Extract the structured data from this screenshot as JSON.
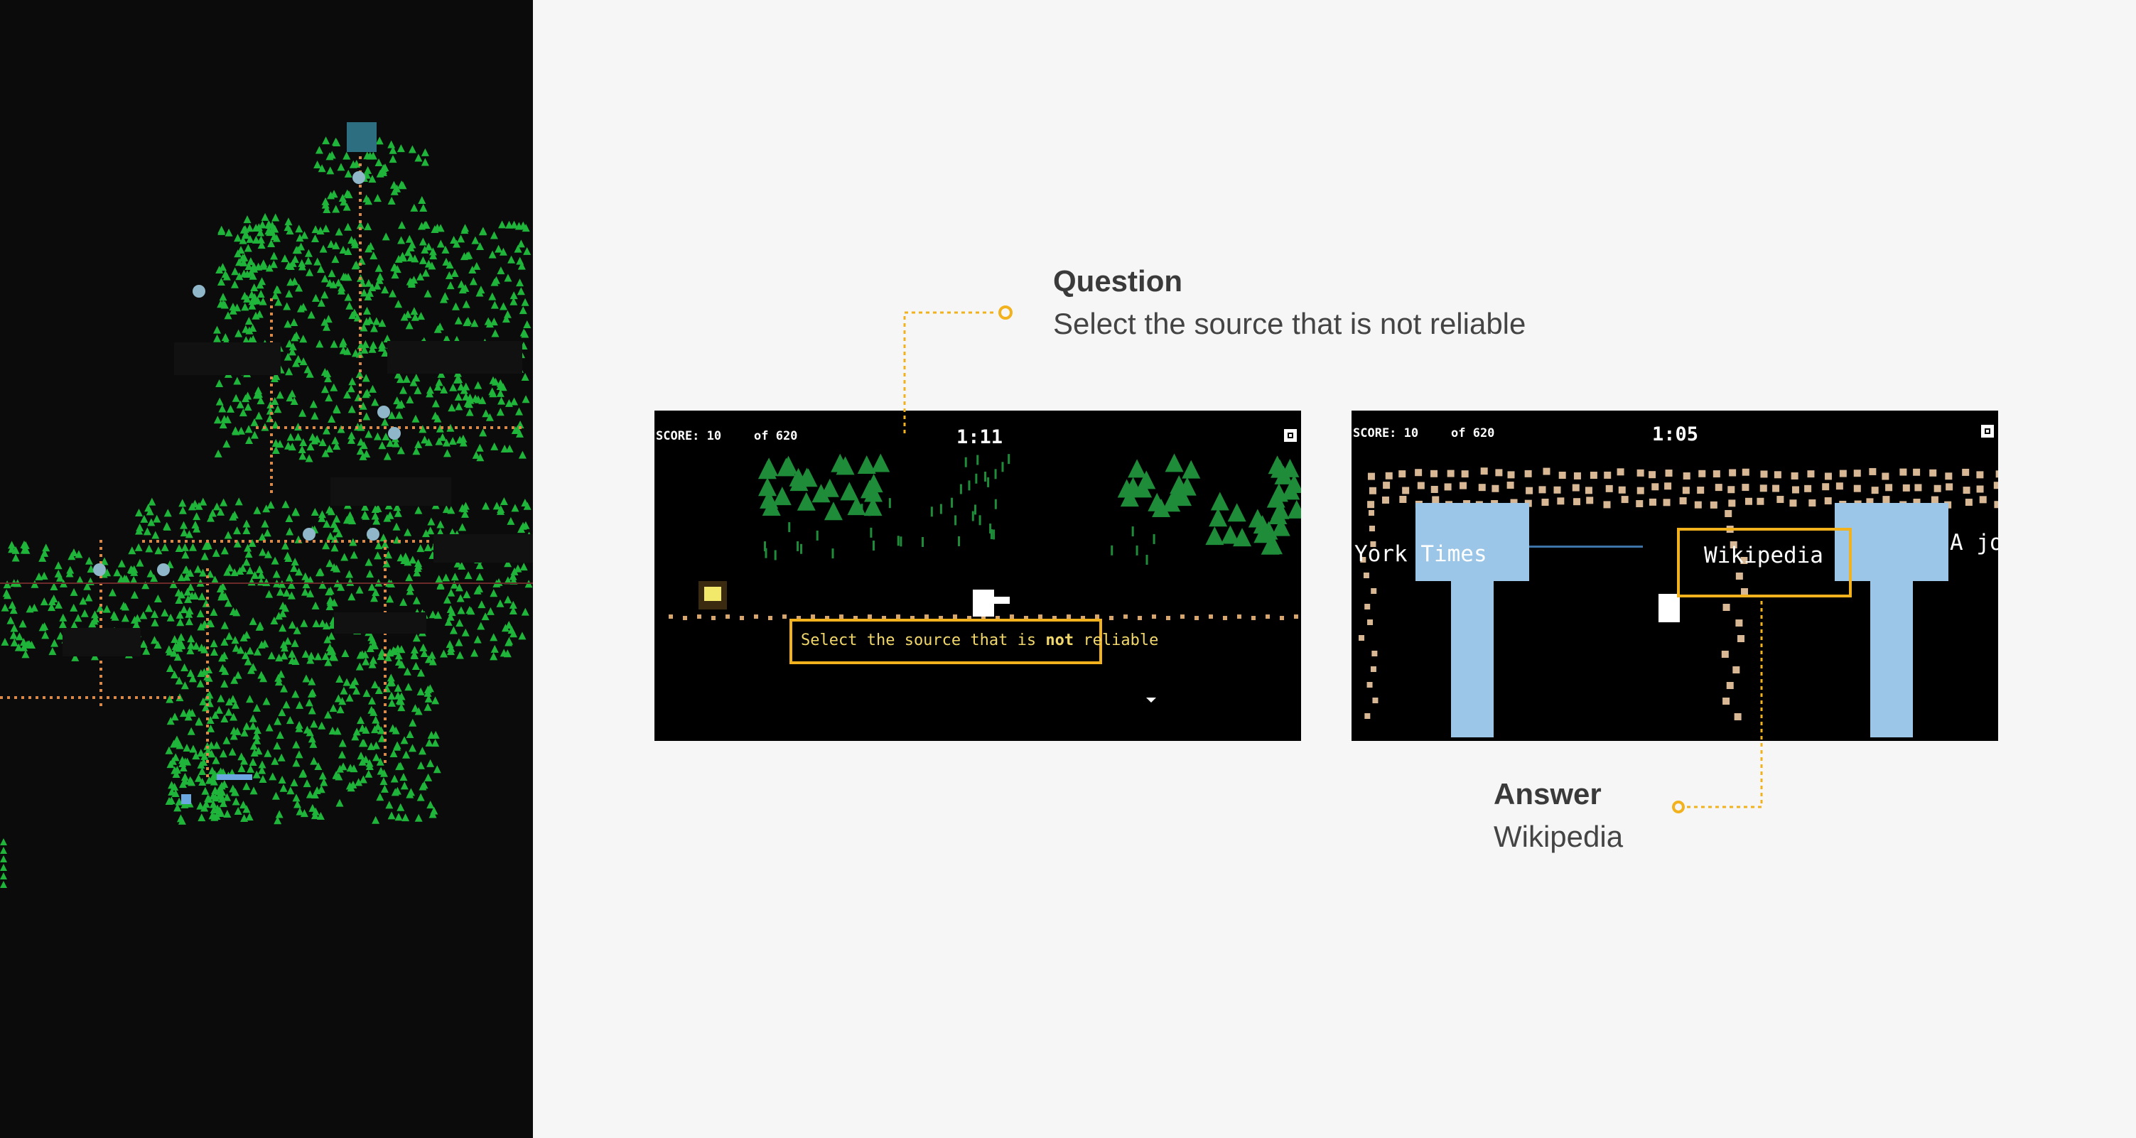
{
  "question": {
    "title": "Question",
    "text": "Select the source that is not reliable"
  },
  "answer": {
    "title": "Answer",
    "text": "Wikipedia"
  },
  "screenshot_left": {
    "score": "SCORE: 10",
    "of": "of 620",
    "timer": "1:11",
    "prompt_pre": "Select the source that is ",
    "prompt_bold": "not",
    "prompt_post": " reliable",
    "gear_icon": "gear-icon",
    "arrow_icon": "down-arrow-icon"
  },
  "screenshot_right": {
    "score": "SCORE: 10",
    "of": "of 620",
    "timer": "1:05",
    "choice_left": "York Times",
    "choice_middle": "Wikipedia",
    "choice_right": "A jou",
    "gear_icon": "gear-icon"
  },
  "colors": {
    "accent": "#f2b21d",
    "map_background": "#0b0b0b",
    "tree_green": "#1fb53a",
    "path_orange": "#d98a4a",
    "water_blue": "#9cc6e8"
  }
}
